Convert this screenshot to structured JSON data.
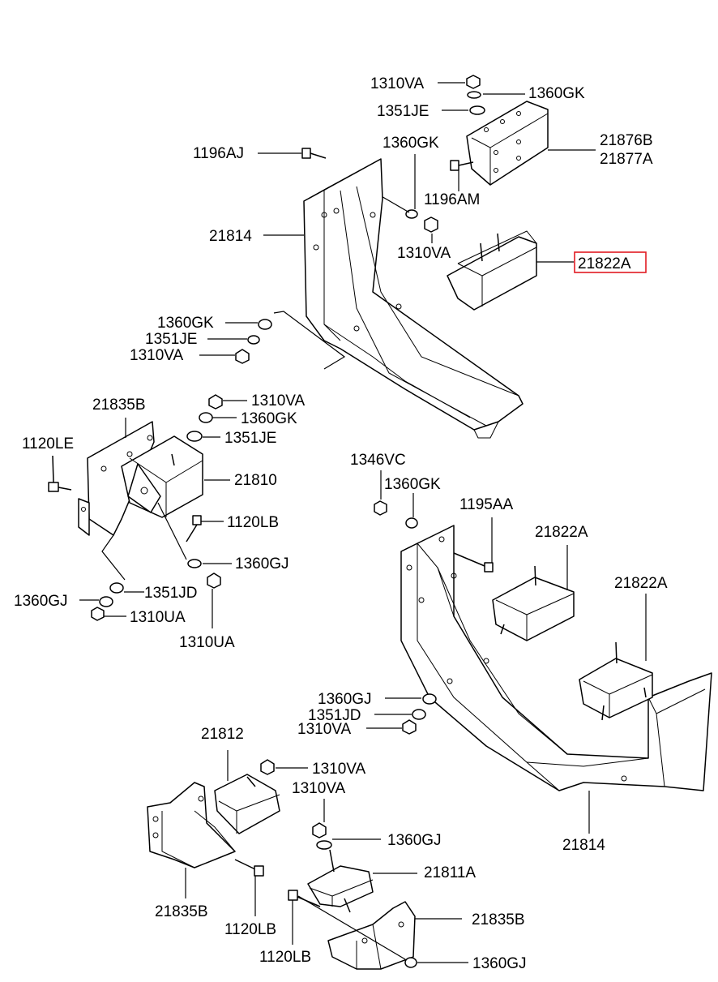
{
  "highlight_color": "#e11b22",
  "labels": {
    "l01": "1310VA",
    "l02": "1360GK",
    "l03": "1351JE",
    "l04": "21876B",
    "l05": "21877A",
    "l06": "1196AJ",
    "l07": "1360GK",
    "l08": "1196AM",
    "l09": "21814",
    "l10": "1310VA",
    "l11": "21822A",
    "l12": "1360GK",
    "l13": "1351JE",
    "l14": "1310VA",
    "l15": "21835B",
    "l16": "1310VA",
    "l17": "1360GK",
    "l18": "1351JE",
    "l19": "1120LE",
    "l20": "21810",
    "l21": "1120LB",
    "l22": "1360GJ",
    "l23": "1351JD",
    "l24": "1360GJ",
    "l25": "1310UA",
    "l26": "1310UA",
    "l27": "1346VC",
    "l28": "1360GK",
    "l29": "1195AA",
    "l30": "21822A",
    "l31": "21822A",
    "l32": "1360GJ",
    "l33": "1351JD",
    "l34": "1310VA",
    "l35": "21814",
    "l36": "21812",
    "l37": "1310VA",
    "l38": "1310VA",
    "l39": "1360GJ",
    "l40": "21811A",
    "l41": "21835B",
    "l42": "1120LB",
    "l43": "21835B",
    "l44": "1120LB",
    "l45": "1360GJ"
  }
}
